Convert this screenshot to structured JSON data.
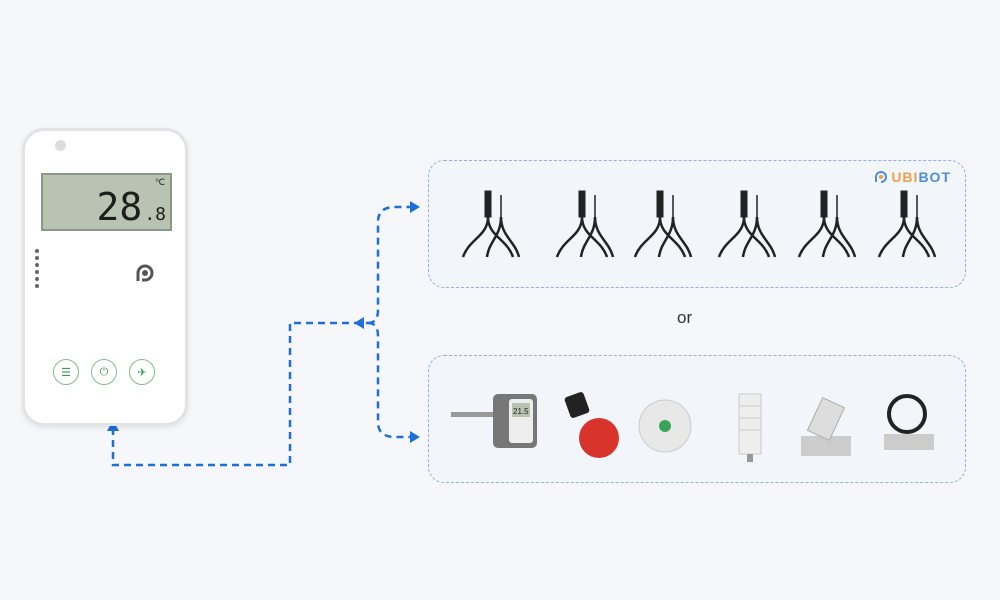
{
  "device": {
    "temperature": "28",
    ".decimal": ".8",
    "decimal": ".8",
    "unit": "℃"
  },
  "brand": {
    "logo_text_a": "UBI",
    "logo_text_b": "BOT"
  },
  "separator": "or",
  "sensor_display": "21.5",
  "colors": {
    "arrow": "#1e6fd9",
    "box_border": "#8fb0e0",
    "brand_orange": "#f0a04b",
    "brand_blue": "#4a90d9"
  }
}
